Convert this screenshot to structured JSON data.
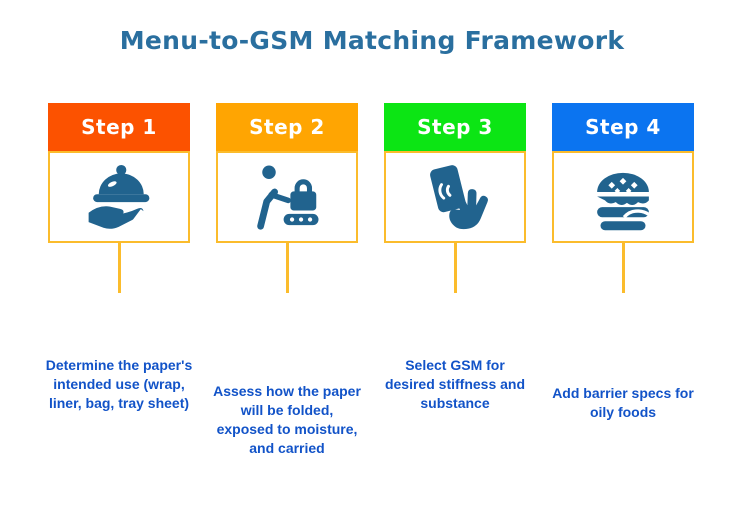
{
  "title": "Menu-to-GSM Matching Framework",
  "colors": {
    "title_text": "#2A6F9F",
    "header_text": "#FFFFFF",
    "body_text": "#1253C8",
    "accent_border": "#FBBC2C",
    "icon_blue": "#21638E",
    "background": "#FFFFFF"
  },
  "steps": [
    {
      "label": "Step 1",
      "accent": "#FC5200",
      "icon": "serving-dish-hand-icon",
      "description": "Determine the paper's intended use (wrap, liner, bag, tray sheet)"
    },
    {
      "label": "Step 2",
      "accent": "#FFA502",
      "icon": "luggage-conveyor-icon",
      "description": "Assess how the paper will be folded, exposed to moisture, and carried"
    },
    {
      "label": "Step 3",
      "accent": "#0CE514",
      "icon": "contactless-hand-icon",
      "description": "Select GSM for desired stiffness and substance"
    },
    {
      "label": "Step 4",
      "accent": "#0B74F0",
      "icon": "burger-icon",
      "description": "Add barrier specs for oily foods"
    }
  ]
}
